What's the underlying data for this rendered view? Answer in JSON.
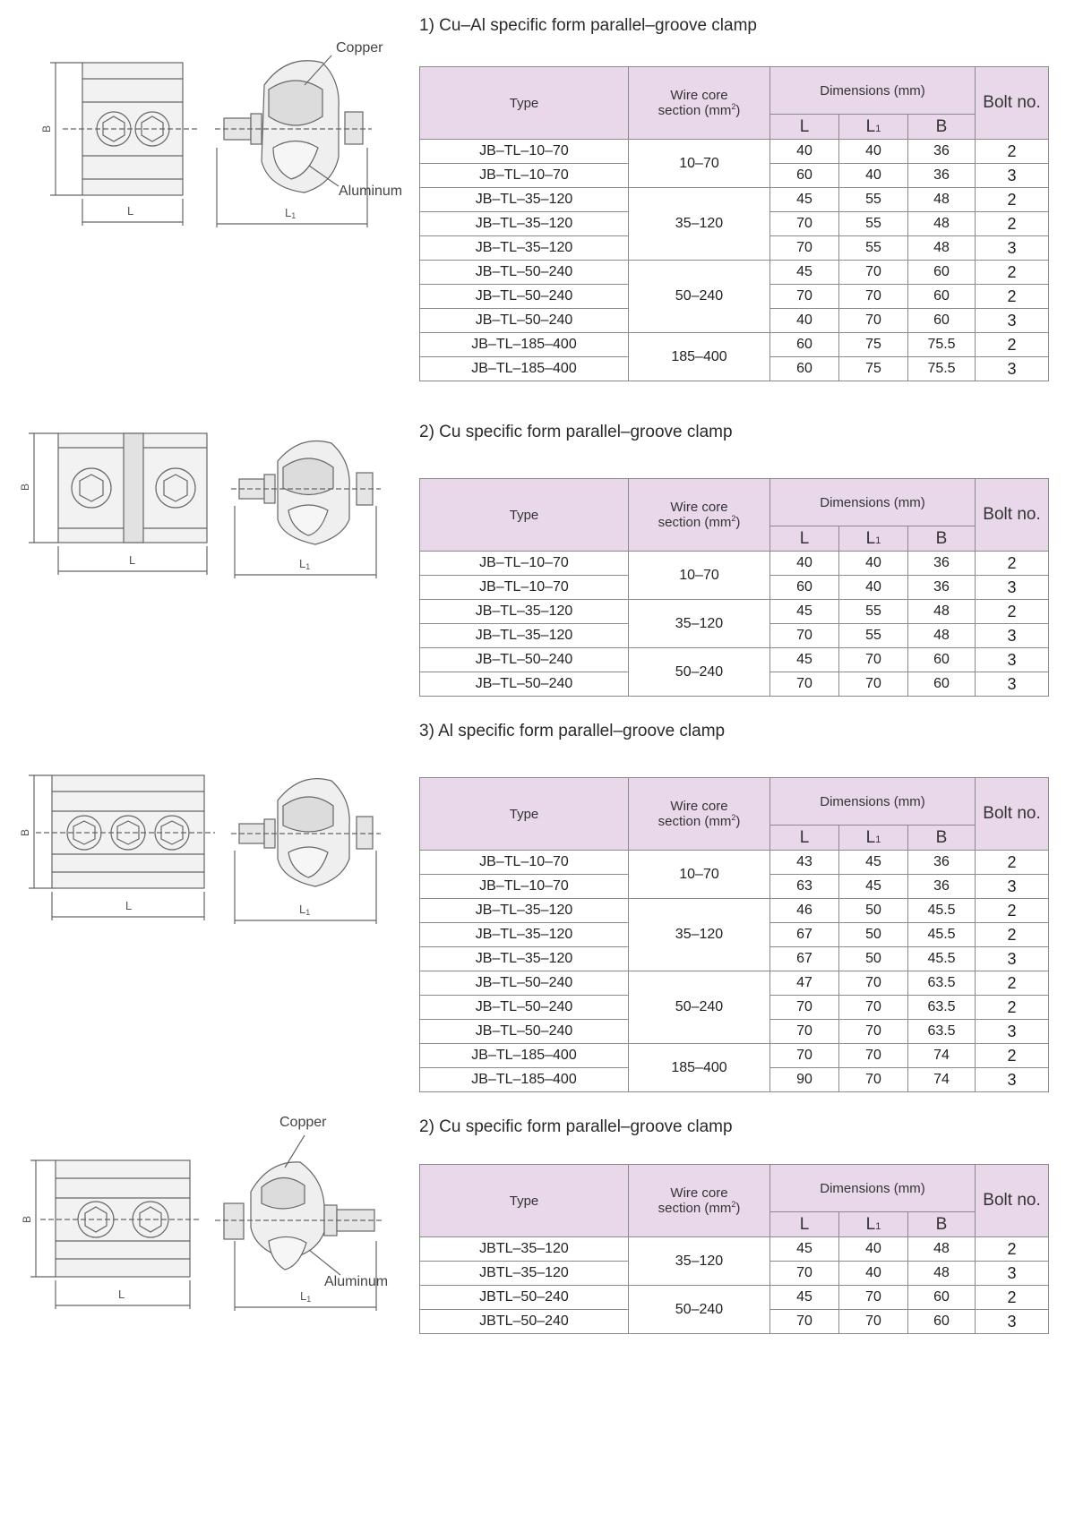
{
  "headers": {
    "type": "Type",
    "wire_core_line1": "Wire core",
    "wire_core_line2": "section (mm",
    "wire_core_sup": "2",
    "wire_core_close": ")",
    "dimensions": "Dimensions (mm)",
    "col_L": "L",
    "col_L1": "L",
    "col_L1_sub": "1",
    "col_B": "B",
    "bolt_no": "Bolt no."
  },
  "drawing_labels": {
    "B": "B",
    "L": "L",
    "L1": "L",
    "L1_sub": "1",
    "copper": "Copper",
    "aluminum": "Aluminum"
  },
  "sections": [
    {
      "title": "1) Cu–Al specific form parallel–groove clamp",
      "groups": [
        {
          "wire": "10–70",
          "rows": [
            {
              "type": "JB–TL–10–70",
              "L": "40",
              "L1": "40",
              "B": "36",
              "bolt": "2"
            },
            {
              "type": "JB–TL–10–70",
              "L": "60",
              "L1": "40",
              "B": "36",
              "bolt": "3"
            }
          ]
        },
        {
          "wire": "35–120",
          "rows": [
            {
              "type": "JB–TL–35–120",
              "L": "45",
              "L1": "55",
              "B": "48",
              "bolt": "2"
            },
            {
              "type": "JB–TL–35–120",
              "L": "70",
              "L1": "55",
              "B": "48",
              "bolt": "2"
            },
            {
              "type": "JB–TL–35–120",
              "L": "70",
              "L1": "55",
              "B": "48",
              "bolt": "3"
            }
          ]
        },
        {
          "wire": "50–240",
          "rows": [
            {
              "type": "JB–TL–50–240",
              "L": "45",
              "L1": "70",
              "B": "60",
              "bolt": "2"
            },
            {
              "type": "JB–TL–50–240",
              "L": "70",
              "L1": "70",
              "B": "60",
              "bolt": "2"
            },
            {
              "type": "JB–TL–50–240",
              "L": "40",
              "L1": "70",
              "B": "60",
              "bolt": "3"
            }
          ]
        },
        {
          "wire": "185–400",
          "rows": [
            {
              "type": "JB–TL–185–400",
              "L": "60",
              "L1": "75",
              "B": "75.5",
              "bolt": "2"
            },
            {
              "type": "JB–TL–185–400",
              "L": "60",
              "L1": "75",
              "B": "75.5",
              "bolt": "3"
            }
          ]
        }
      ]
    },
    {
      "title": "2) Cu specific form parallel–groove clamp",
      "groups": [
        {
          "wire": "10–70",
          "rows": [
            {
              "type": "JB–TL–10–70",
              "L": "40",
              "L1": "40",
              "B": "36",
              "bolt": "2"
            },
            {
              "type": "JB–TL–10–70",
              "L": "60",
              "L1": "40",
              "B": "36",
              "bolt": "3"
            }
          ]
        },
        {
          "wire": "35–120",
          "rows": [
            {
              "type": "JB–TL–35–120",
              "L": "45",
              "L1": "55",
              "B": "48",
              "bolt": "2"
            },
            {
              "type": "JB–TL–35–120",
              "L": "70",
              "L1": "55",
              "B": "48",
              "bolt": "3"
            }
          ]
        },
        {
          "wire": "50–240",
          "rows": [
            {
              "type": "JB–TL–50–240",
              "L": "45",
              "L1": "70",
              "B": "60",
              "bolt": "3"
            },
            {
              "type": "JB–TL–50–240",
              "L": "70",
              "L1": "70",
              "B": "60",
              "bolt": "3"
            }
          ]
        }
      ]
    },
    {
      "title": "3) Al specific form parallel–groove clamp",
      "groups": [
        {
          "wire": "10–70",
          "rows": [
            {
              "type": "JB–TL–10–70",
              "L": "43",
              "L1": "45",
              "B": "36",
              "bolt": "2"
            },
            {
              "type": "JB–TL–10–70",
              "L": "63",
              "L1": "45",
              "B": "36",
              "bolt": "3"
            }
          ]
        },
        {
          "wire": "35–120",
          "rows": [
            {
              "type": "JB–TL–35–120",
              "L": "46",
              "L1": "50",
              "B": "45.5",
              "bolt": "2"
            },
            {
              "type": "JB–TL–35–120",
              "L": "67",
              "L1": "50",
              "B": "45.5",
              "bolt": "2"
            },
            {
              "type": "JB–TL–35–120",
              "L": "67",
              "L1": "50",
              "B": "45.5",
              "bolt": "3"
            }
          ]
        },
        {
          "wire": "50–240",
          "rows": [
            {
              "type": "JB–TL–50–240",
              "L": "47",
              "L1": "70",
              "B": "63.5",
              "bolt": "2"
            },
            {
              "type": "JB–TL–50–240",
              "L": "70",
              "L1": "70",
              "B": "63.5",
              "bolt": "2"
            },
            {
              "type": "JB–TL–50–240",
              "L": "70",
              "L1": "70",
              "B": "63.5",
              "bolt": "3"
            }
          ]
        },
        {
          "wire": "185–400",
          "rows": [
            {
              "type": "JB–TL–185–400",
              "L": "70",
              "L1": "70",
              "B": "74",
              "bolt": "2"
            },
            {
              "type": "JB–TL–185–400",
              "L": "90",
              "L1": "70",
              "B": "74",
              "bolt": "3"
            }
          ]
        }
      ]
    },
    {
      "title": "2) Cu specific form parallel–groove clamp",
      "groups": [
        {
          "wire": "35–120",
          "rows": [
            {
              "type": "JBTL–35–120",
              "L": "45",
              "L1": "40",
              "B": "48",
              "bolt": "2"
            },
            {
              "type": "JBTL–35–120",
              "L": "70",
              "L1": "40",
              "B": "48",
              "bolt": "3"
            }
          ]
        },
        {
          "wire": "50–240",
          "rows": [
            {
              "type": "JBTL–50–240",
              "L": "45",
              "L1": "70",
              "B": "60",
              "bolt": "2"
            },
            {
              "type": "JBTL–50–240",
              "L": "70",
              "L1": "70",
              "B": "60",
              "bolt": "3"
            }
          ]
        }
      ]
    }
  ]
}
